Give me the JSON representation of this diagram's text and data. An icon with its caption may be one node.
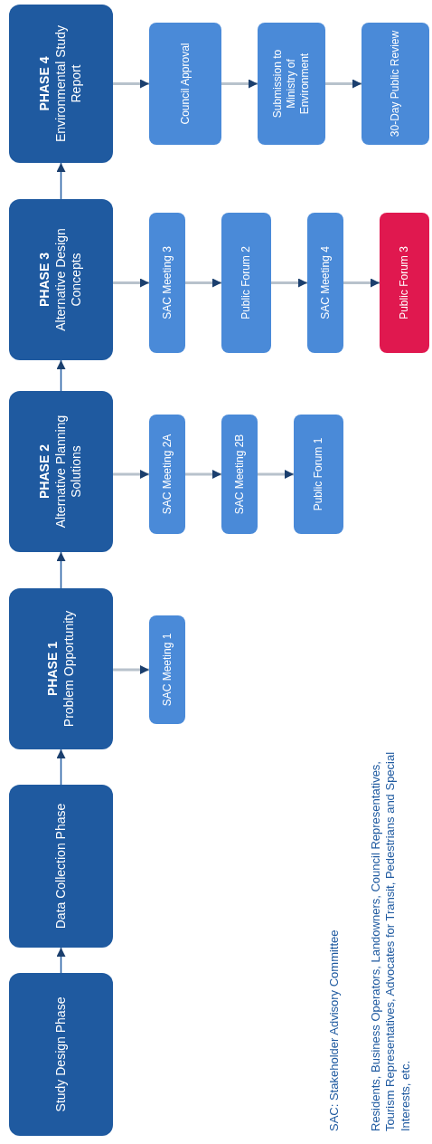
{
  "diagram": {
    "nodes": [
      {
        "text": [
          "Study Design Phase"
        ]
      },
      {
        "text": [
          "Data Collection Phase"
        ]
      },
      {
        "text": [
          "PHASE 1",
          "Problem Opportunity"
        ]
      },
      {
        "text": [
          "PHASE 2",
          "Alternative Planning Solutions"
        ]
      },
      {
        "text": [
          "PHASE 3",
          "Alternative Design Concepts"
        ]
      },
      {
        "text": [
          "PHASE 4",
          "Environmental Study Report"
        ]
      },
      {
        "text": [
          "SAC Meeting 1"
        ]
      },
      {
        "text": [
          "SAC Meeting 2A"
        ]
      },
      {
        "text": [
          "SAC Meeting 2B"
        ]
      },
      {
        "text": [
          "Public Forum 1"
        ]
      },
      {
        "text": [
          "SAC Meeting 3"
        ]
      },
      {
        "text": [
          "Public Forum 2"
        ]
      },
      {
        "text": [
          "SAC Meeting 4"
        ]
      },
      {
        "text": [
          "Public Forum 3"
        ]
      },
      {
        "text": [
          "Council Approval"
        ]
      },
      {
        "text": [
          "Submission to Ministry of Environment"
        ]
      },
      {
        "text": [
          "30-Day Public Review"
        ]
      }
    ],
    "edges": [
      {
        "from": 0,
        "to": 1,
        "arrow": "to",
        "color": "#1f5aa0"
      },
      {
        "from": 1,
        "to": 2,
        "arrow": "to",
        "color": "#1f5aa0"
      },
      {
        "from": 2,
        "to": 3,
        "arrow": "to",
        "color": "#1f5aa0"
      },
      {
        "from": 3,
        "to": 4,
        "arrow": "to",
        "color": "#1f5aa0"
      },
      {
        "from": 4,
        "to": 5,
        "arrow": "to",
        "color": "#1f5aa0"
      },
      {
        "from": 2,
        "to": 6,
        "arrow": "to"
      },
      {
        "from": 3,
        "to": 7,
        "arrow": "to"
      },
      {
        "from": 7,
        "to": 8,
        "arrow": "to"
      },
      {
        "from": 8,
        "to": 9,
        "arrow": "to"
      },
      {
        "from": 4,
        "to": 10,
        "arrow": "to"
      },
      {
        "from": 10,
        "to": 11,
        "arrow": "to"
      },
      {
        "from": 11,
        "to": 12,
        "arrow": "to"
      },
      {
        "from": 12,
        "to": 13,
        "arrow": "to"
      },
      {
        "from": 5,
        "to": 14,
        "arrow": "to"
      },
      {
        "from": 14,
        "to": 15,
        "arrow": "to"
      },
      {
        "from": 15,
        "to": 16,
        "arrow": "to"
      }
    ],
    "labels": [
      "SAC: Stakeholder Advisory Committee",
      "Residents, Business Operators, Landowners, Council Representatives, Tourism Representatives, Advocates for Transit, Pedestrians and Special Interests, etc."
    ]
  }
}
